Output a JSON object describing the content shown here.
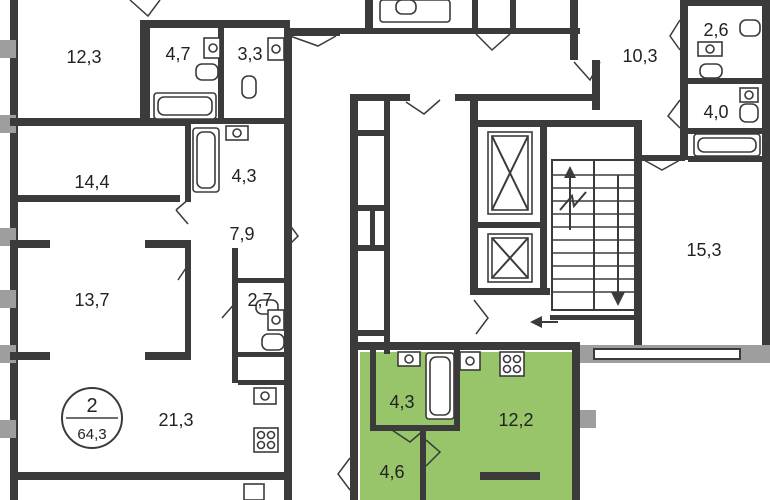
{
  "highlight_color": "#98c46a",
  "wall_color": "#3b3b3b",
  "apartment_badge": {
    "rooms": "2",
    "total_area": "64,3"
  },
  "rooms": {
    "r_12_3_tl": "12,3",
    "r_4_7": "4,7",
    "r_3_3": "3,3",
    "r_14_4": "14,4",
    "r_4_3_left": "4,3",
    "r_7_9": "7,9",
    "r_13_7": "13,7",
    "r_2_7": "2,7",
    "r_21_3": "21,3",
    "r_10_3": "10,3",
    "r_2_6": "2,6",
    "r_4_0": "4,0",
    "r_15_3": "15,3",
    "r_4_3_green": "4,3",
    "r_12_2": "12,2",
    "r_4_6": "4,6"
  },
  "icons": [
    "toilet-icon",
    "sink-icon",
    "bathtub-icon",
    "stove-icon",
    "elevator-icon",
    "stair-arrow-icon"
  ]
}
